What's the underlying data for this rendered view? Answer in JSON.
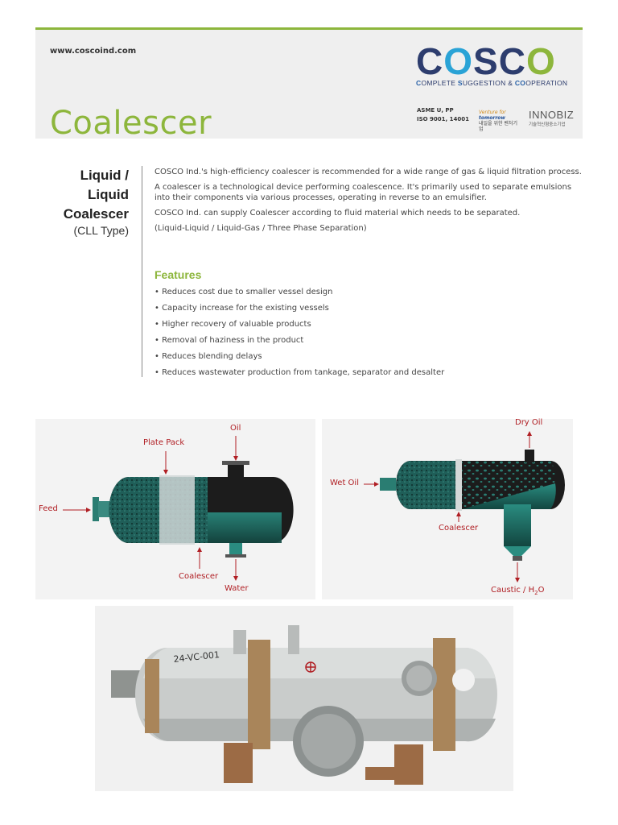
{
  "header": {
    "website": "www.coscoind.com",
    "title": "Coalescer",
    "logo": {
      "letters": [
        "C",
        "O",
        "S",
        "C",
        "O"
      ],
      "colors": [
        "#2d3d6e",
        "#2aa3d6",
        "#2d3d6e",
        "#2d3d6e",
        "#8db63c"
      ],
      "tagline_parts": [
        "C",
        "OMPLETE ",
        "S",
        "UGGESTION & ",
        "CO",
        "OPERATION"
      ]
    },
    "certifications": [
      "ASME U, PP",
      "ISO 9001, 14001"
    ],
    "venture": {
      "line1": "Venture for",
      "line2": "tomorrow",
      "line3": "내일을 위한 벤처기업"
    },
    "innobiz": {
      "name": "INNOBIZ",
      "sub": "기술혁신형중소기업"
    }
  },
  "section": {
    "title_lines": [
      "Liquid /",
      "Liquid",
      "Coalescer"
    ],
    "subtitle": "(CLL Type)"
  },
  "intro": [
    "COSCO Ind.'s high-efficiency coalescer is recommended for a wide range of gas & liquid filtration process.",
    "A coalescer is a technological device performing coalescence. It's primarily used to separate emulsions into their components via various processes, operating in reverse to an emulsifier.",
    "COSCO Ind. can supply Coalescer according to fluid material which needs to be separated.",
    "(Liquid-Liquid / Liquid-Gas / Three Phase Separation)"
  ],
  "features": {
    "heading": "Features",
    "items": [
      "• Reduces cost due to smaller vessel design",
      "• Capacity increase for the existing vessels",
      "• Higher recovery of valuable products",
      "• Removal of haziness in the product",
      "• Reduces blending delays",
      "• Reduces wastewater production from tankage, separator and desalter"
    ]
  },
  "diagram_left": {
    "labels": {
      "feed": "Feed",
      "plate_pack": "Plate Pack",
      "oil": "Oil",
      "coalescer": "Coalescer",
      "water": "Water"
    }
  },
  "diagram_right": {
    "labels": {
      "dry_oil": "Dry Oil",
      "wet_oil": "Wet Oil",
      "coalescer": "Coalescer",
      "caustic": "Caustic / H",
      "caustic_sub": "2",
      "caustic_end": "O"
    }
  },
  "photo": {
    "tag": "24-VC-001"
  },
  "colors": {
    "accent_green": "#8db63c",
    "label_red": "#b01e23",
    "vessel_dark": "#1c1c1c",
    "vessel_teal": "#1f6b62"
  }
}
